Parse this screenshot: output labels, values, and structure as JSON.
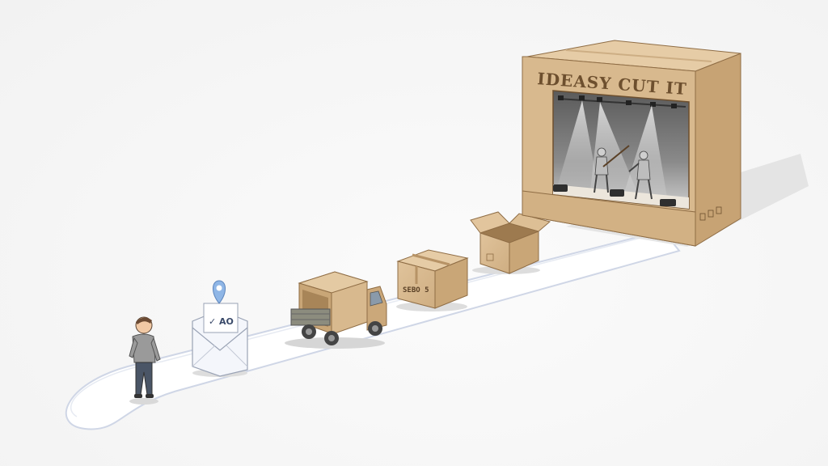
{
  "scene": {
    "stage_sign": "IDEASY CUT IT",
    "envelope_label": "✓ AO",
    "box_label": "SEBO 5"
  },
  "colors": {
    "cardboard": "#d8b98e",
    "cardboard_dark": "#b89468",
    "cardboard_shadow": "#a07c52",
    "path": "#ffffff",
    "path_edge": "#cfd6e6",
    "pin": "#8fb6e6"
  },
  "icons": [
    "person",
    "envelope-with-location-pin",
    "delivery-truck",
    "sealed-box",
    "open-box",
    "cardboard-concert-stage"
  ]
}
